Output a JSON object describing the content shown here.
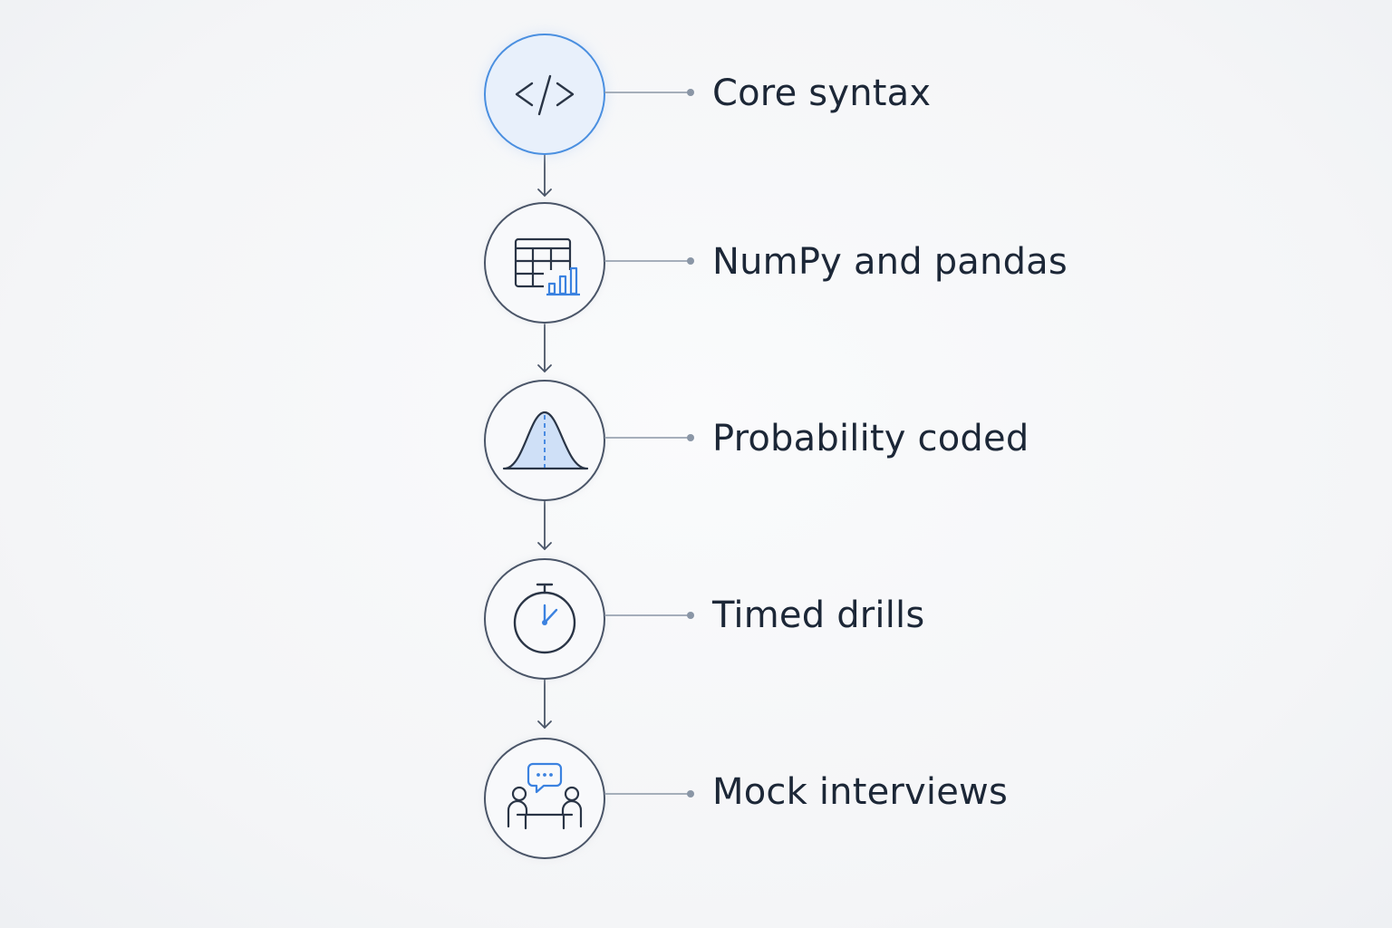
{
  "steps": [
    {
      "label": "Core syntax",
      "icon": "code-icon",
      "highlighted": true
    },
    {
      "label": "NumPy and pandas",
      "icon": "table-chart-icon",
      "highlighted": false
    },
    {
      "label": "Probability coded",
      "icon": "bell-curve-icon",
      "highlighted": false
    },
    {
      "label": "Timed drills",
      "icon": "stopwatch-icon",
      "highlighted": false
    },
    {
      "label": "Mock interviews",
      "icon": "interview-icon",
      "highlighted": false
    }
  ],
  "colors": {
    "accent": "#4a8fe0",
    "accent_fill": "#e8f0fb",
    "stroke": "#4a5568",
    "connector": "#8a96a6",
    "text": "#1c2737"
  }
}
